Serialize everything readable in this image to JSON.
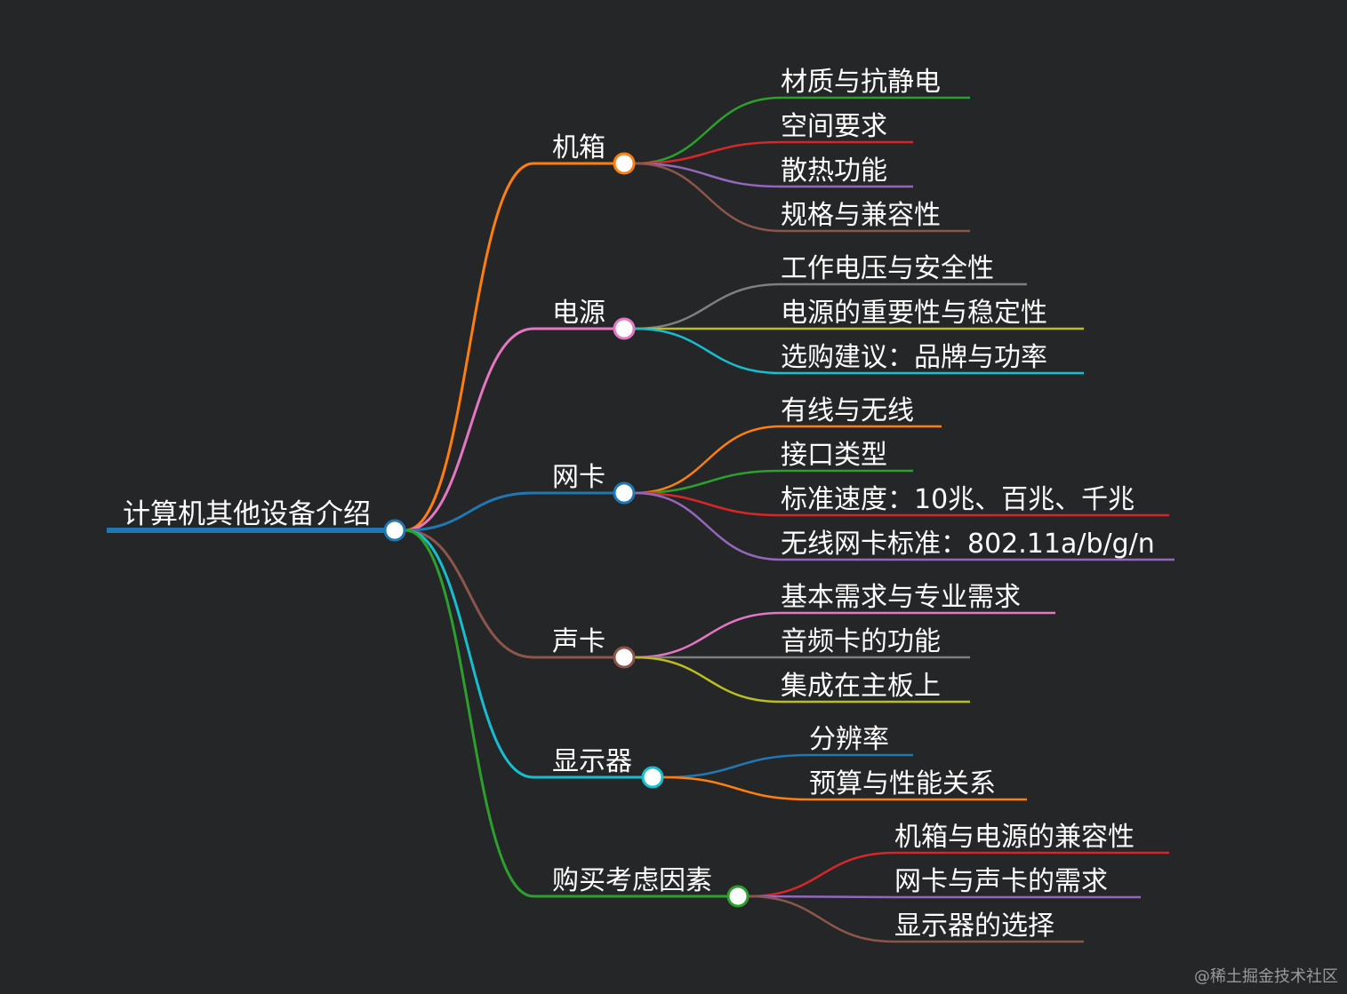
{
  "root": {
    "label": "计算机其他设备介绍",
    "color": "#1f77b4"
  },
  "branches": [
    {
      "label": "机箱",
      "color": "#ff7f0e",
      "children": [
        {
          "label": "材质与抗静电",
          "color": "#2ca02c"
        },
        {
          "label": "空间要求",
          "color": "#d62728"
        },
        {
          "label": "散热功能",
          "color": "#9467bd"
        },
        {
          "label": "规格与兼容性",
          "color": "#8c564b"
        }
      ]
    },
    {
      "label": "电源",
      "color": "#e377c2",
      "children": [
        {
          "label": "工作电压与安全性",
          "color": "#7f7f7f"
        },
        {
          "label": "电源的重要性与稳定性",
          "color": "#bcbd22"
        },
        {
          "label": "选购建议：品牌与功率",
          "color": "#17becf"
        }
      ]
    },
    {
      "label": "网卡",
      "color": "#1f77b4",
      "children": [
        {
          "label": "有线与无线",
          "color": "#ff7f0e"
        },
        {
          "label": "接口类型",
          "color": "#2ca02c"
        },
        {
          "label": "标准速度：10兆、百兆、千兆",
          "color": "#d62728"
        },
        {
          "label": "无线网卡标准：802.11a/b/g/n",
          "color": "#9467bd"
        }
      ]
    },
    {
      "label": "声卡",
      "color": "#8c564b",
      "children": [
        {
          "label": "基本需求与专业需求",
          "color": "#e377c2"
        },
        {
          "label": "音频卡的功能",
          "color": "#7f7f7f"
        },
        {
          "label": "集成在主板上",
          "color": "#bcbd22"
        }
      ]
    },
    {
      "label": "显示器",
      "color": "#17becf",
      "children": [
        {
          "label": "分辨率",
          "color": "#1f77b4"
        },
        {
          "label": "预算与性能关系",
          "color": "#ff7f0e"
        }
      ]
    },
    {
      "label": "购买考虑因素",
      "color": "#2ca02c",
      "children": [
        {
          "label": "机箱与电源的兼容性",
          "color": "#d62728"
        },
        {
          "label": "网卡与声卡的需求",
          "color": "#9467bd"
        },
        {
          "label": "显示器的选择",
          "color": "#8c564b"
        }
      ]
    }
  ],
  "watermark": "@稀土掘金技术社区"
}
